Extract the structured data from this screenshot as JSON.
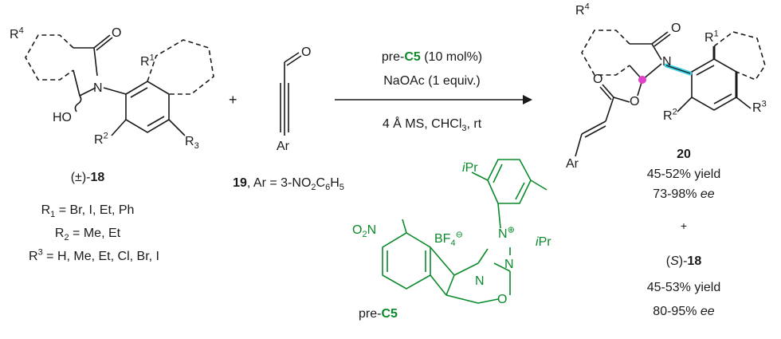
{
  "reactant_18": {
    "label_paren": "(±)-",
    "label_num": "18",
    "atoms": {
      "R4": "R",
      "R4_sup": "4",
      "O": "O",
      "N": "N",
      "R1": "R",
      "R1_sup": "1",
      "HO": "HO",
      "R2": "R",
      "R2_sup": "2",
      "R3": "R",
      "R3_sub": "3"
    },
    "substituents": [
      {
        "name": "R",
        "idx": "1",
        "idx_type": "sub",
        "text": " = Br, I, Et, Ph"
      },
      {
        "name": "R",
        "idx": "2",
        "idx_type": "sub",
        "text": " = Me, Et"
      },
      {
        "name": "R",
        "idx": "3",
        "idx_type": "sup",
        "text": " = H, Me, Et, Cl, Br, I"
      }
    ]
  },
  "plus_1": "+",
  "reactant_19": {
    "atoms": {
      "O": "O",
      "Ar": "Ar"
    },
    "label_num": "19",
    "label_text_a": ", Ar = 3-NO",
    "label_sub_a": "2",
    "label_text_b": "C",
    "label_sub_b": "6",
    "label_text_c": "H",
    "label_sub_c": "5"
  },
  "conditions": {
    "above_pre": "pre-",
    "above_cat": "C5",
    "above_rest": " (10 mol%)",
    "above_line2": "NaOAc (1 equiv.)",
    "below_a": "4 Å MS, CHCl",
    "below_sub": "3",
    "below_b": ", rt"
  },
  "product_20": {
    "atoms": {
      "R4": "R",
      "R4_sup": "4",
      "O": "O",
      "N": "N",
      "R1": "R",
      "R1_sup": "1",
      "R2": "R",
      "R2_sup": "2",
      "R3": "R",
      "R3_sup": "3",
      "O_ester": "O",
      "O_carbonyl": "O",
      "Ar": "Ar"
    },
    "label_num": "20",
    "yield": "45-52% yield",
    "ee_value": "73-98% ",
    "ee_unit": "ee"
  },
  "plus_2": "+",
  "recovered_18": {
    "paren_open": "(",
    "config": "S",
    "paren_close": ")-",
    "label_num": "18",
    "yield": "45-53% yield",
    "ee_value": "80-95% ",
    "ee_unit": "ee"
  },
  "catalyst": {
    "nitro_O": "O",
    "nitro_sub": "2",
    "nitro_N": "N",
    "counter_B": "BF",
    "counter_sub": "4",
    "counter_charge": "⊖",
    "iPr_i": "i",
    "iPr_Pr": "Pr",
    "N1": "N",
    "N1_charge": "⊕",
    "N2": "N",
    "N3": "N",
    "O": "O",
    "label_pre": "pre-",
    "label_cat": "C5"
  },
  "colors": {
    "ink": "#1a1a1a",
    "catalyst": "#0a8a2a",
    "stereocenter": "#e040c8",
    "axis": "#3fd0e6"
  }
}
